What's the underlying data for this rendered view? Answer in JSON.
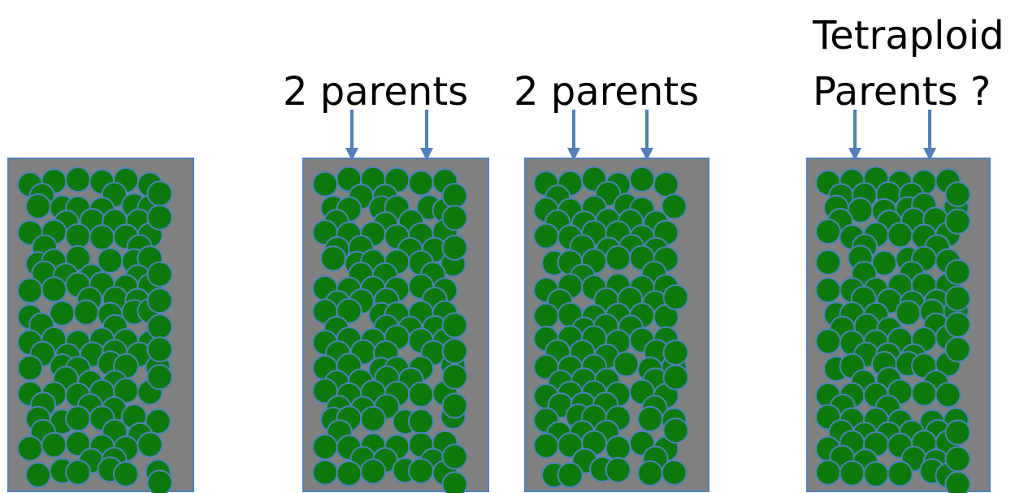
{
  "labels": {
    "plot2_label": "2 parents",
    "plot3_label": "2 parents",
    "plot4_label_line1": "Tetraploid",
    "plot4_label_line2": "Parents ?"
  },
  "colors": {
    "plot_fill": "#808080",
    "plot_border": "#4f81bd",
    "plant_fill": "#0b7a0b",
    "plant_border": "#4f81bd",
    "arrow": "#4f81bd"
  },
  "plots": [
    {
      "name": "plot-1",
      "parent_arrows": 0
    },
    {
      "name": "plot-2",
      "parent_arrows": 2
    },
    {
      "name": "plot-3",
      "parent_arrows": 2
    },
    {
      "name": "plot-4",
      "parent_arrows": 2
    }
  ]
}
